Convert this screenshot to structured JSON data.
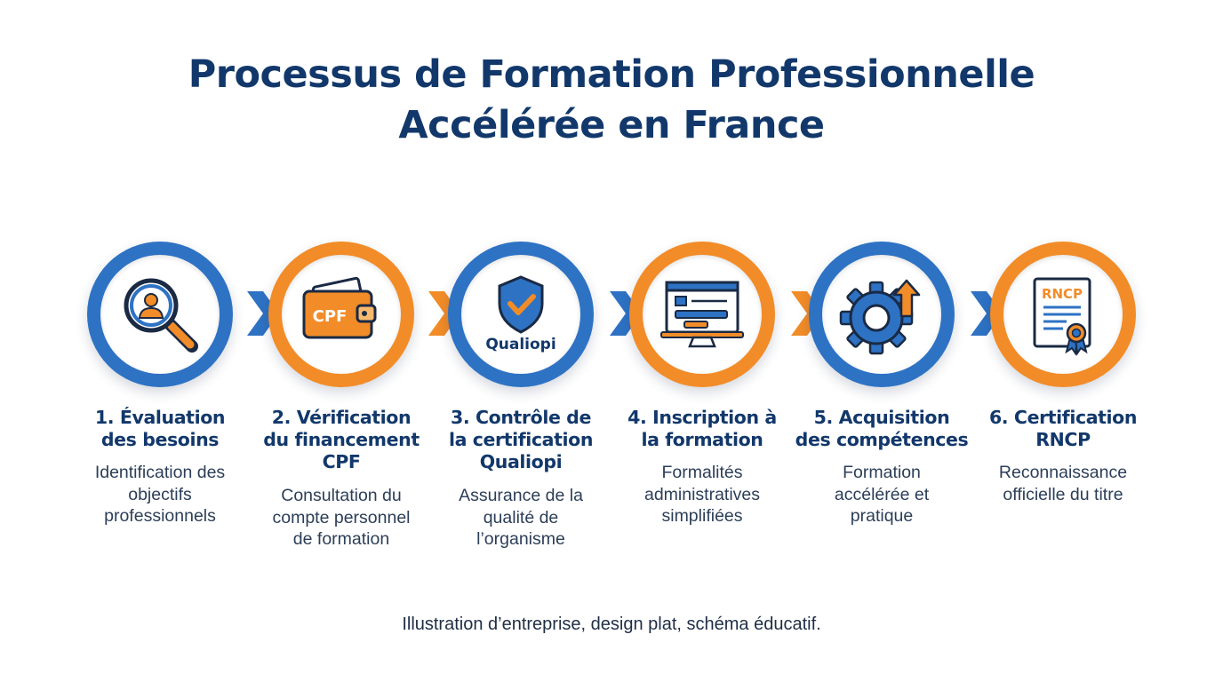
{
  "title": {
    "line1": "Processus de Formation Professionnelle",
    "line2": "Accélérée en France"
  },
  "colors": {
    "blue": "#2e72c4",
    "orange": "#f28c28",
    "navy": "#12386b"
  },
  "steps": [
    {
      "ring_color": "blue",
      "icon": "magnifier-person-icon",
      "title_lines": [
        "1. Évaluation",
        "des besoins"
      ],
      "desc_lines": [
        "Identification des",
        "objectifs",
        "professionnels"
      ]
    },
    {
      "ring_color": "orange",
      "icon": "wallet-icon",
      "icon_label": "CPF",
      "title_lines": [
        "2. Vérification",
        "du financement",
        "CPF"
      ],
      "desc_lines": [
        "Consultation du",
        "compte personnel",
        "de formation"
      ]
    },
    {
      "ring_color": "blue",
      "icon": "shield-check-icon",
      "icon_label": "Qualiopi",
      "title_lines": [
        "3. Contrôle de",
        "la certification",
        "Qualiopi"
      ],
      "desc_lines": [
        "Assurance de la",
        "qualité de",
        "l’organisme"
      ]
    },
    {
      "ring_color": "orange",
      "icon": "computer-form-icon",
      "title_lines": [
        "4. Inscription à",
        "la formation"
      ],
      "desc_lines": [
        "Formalités",
        "administratives",
        "simplifiées"
      ]
    },
    {
      "ring_color": "blue",
      "icon": "gear-arrow-up-icon",
      "title_lines": [
        "5. Acquisition",
        "des compétences"
      ],
      "desc_lines": [
        "Formation",
        "accélérée et",
        "pratique"
      ]
    },
    {
      "ring_color": "orange",
      "icon": "certificate-icon",
      "icon_label": "RNCP",
      "title_lines": [
        "6. Certification",
        "RNCP"
      ],
      "desc_lines": [
        "Reconnaissance",
        "officielle du titre"
      ]
    }
  ],
  "caption": "Illustration d’entreprise, design plat, schéma éducatif."
}
